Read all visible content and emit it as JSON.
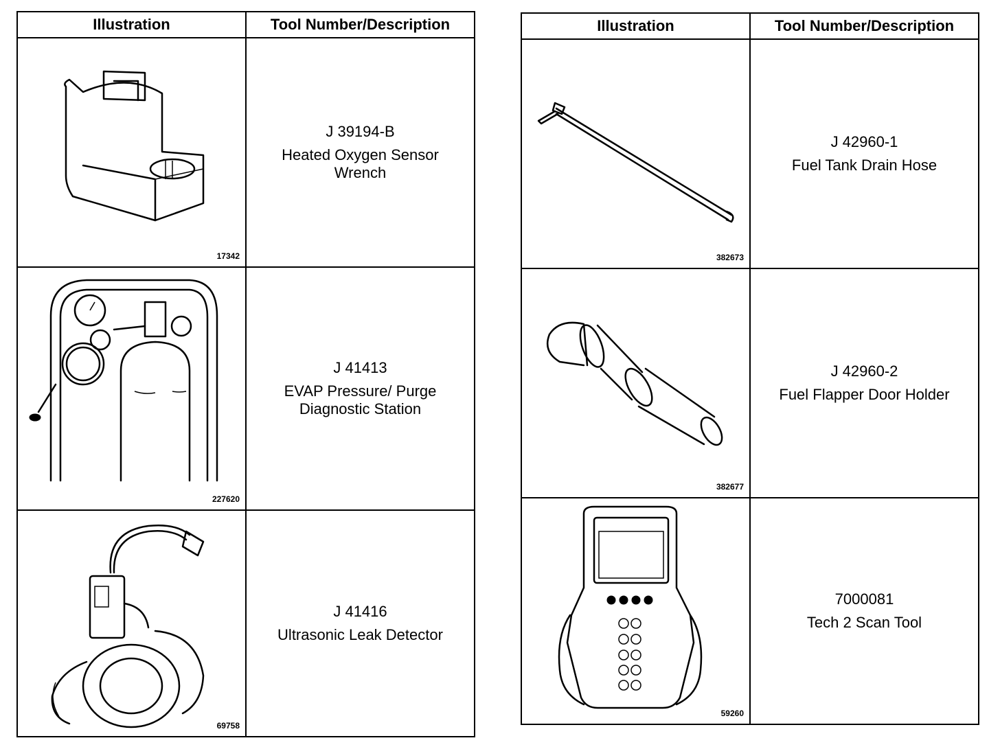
{
  "left_table": {
    "header": {
      "illustration": "Illustration",
      "tool": "Tool Number/Description"
    },
    "rows": [
      {
        "figure": "17342",
        "number": "J 39194-B",
        "name": "Heated Oxygen Sensor Wrench",
        "icon": "sensor-wrench-icon"
      },
      {
        "figure": "227620",
        "number": "J 41413",
        "name": "EVAP Pressure/ Purge Diagnostic Station",
        "icon": "diagnostic-station-icon"
      },
      {
        "figure": "69758",
        "number": "J 41416",
        "name": "Ultrasonic Leak Detector",
        "icon": "leak-detector-icon"
      }
    ]
  },
  "right_table": {
    "header": {
      "illustration": "Illustration",
      "tool": "Tool Number/Description"
    },
    "rows": [
      {
        "figure": "382673",
        "number": "J 42960-1",
        "name": "Fuel Tank Drain Hose",
        "icon": "drain-hose-icon"
      },
      {
        "figure": "382677",
        "number": "J 42960-2",
        "name": "Fuel Flapper Door Holder",
        "icon": "door-holder-icon"
      },
      {
        "figure": "59260",
        "number": "7000081",
        "name": "Tech 2 Scan Tool",
        "icon": "scan-tool-icon"
      }
    ]
  }
}
